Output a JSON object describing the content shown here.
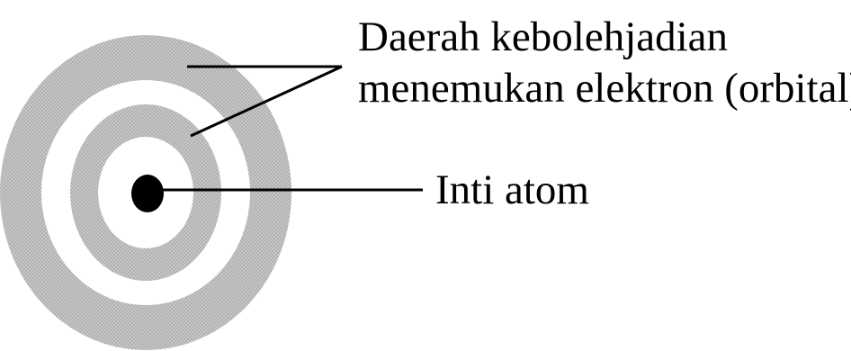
{
  "diagram": {
    "labels": {
      "orbital_line1": "Daerah kebolehjadian",
      "orbital_line2": "menemukan elektron (orbital)",
      "nucleus": "Inti atom"
    },
    "colors": {
      "shell": "#c7c7c7",
      "shell_texture": "#8f8f8f",
      "background": "#ffffff",
      "nucleus": "#000000",
      "line": "#000000",
      "text": "#000000"
    }
  }
}
